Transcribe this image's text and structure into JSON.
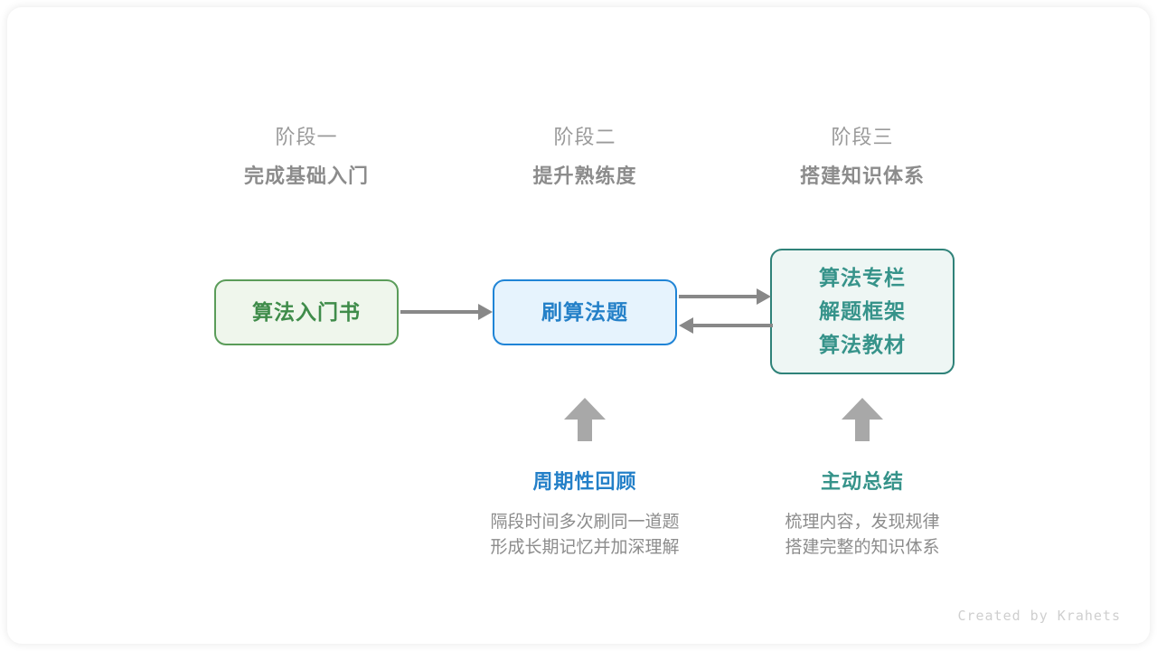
{
  "stages": [
    {
      "index": "阶段一",
      "title": "完成基础入门"
    },
    {
      "index": "阶段二",
      "title": "提升熟练度"
    },
    {
      "index": "阶段三",
      "title": "搭建知识体系"
    }
  ],
  "nodes": {
    "book": {
      "lines": [
        "算法入门书"
      ],
      "color": "#3f8c4a",
      "border": "#5a9c59",
      "background": "#eff6ec"
    },
    "practice": {
      "lines": [
        "刷算法题"
      ],
      "color": "#2480c8",
      "border": "#1f84d6",
      "background": "#e6f3fd"
    },
    "knowledge": {
      "lines": [
        "算法专栏",
        "解题框架",
        "算法教材"
      ],
      "color": "#36938a",
      "border": "#2f8279",
      "background": "#eef6f4"
    }
  },
  "notes": [
    {
      "title": "周期性回顾",
      "color": "#2480c8",
      "desc_lines": [
        "隔段时间多次刷同一道题",
        "形成长期记忆并加深理解"
      ]
    },
    {
      "title": "主动总结",
      "color": "#36938a",
      "desc_lines": [
        "梳理内容，发现规律",
        "搭建完整的知识体系"
      ]
    }
  ],
  "arrows": {
    "book_to_practice": "arrow-right",
    "practice_to_knowledge": "arrow-right",
    "knowledge_to_practice": "arrow-left",
    "review_up": "arrow-up",
    "summary_up": "arrow-up"
  },
  "credit": "Created by Krahets",
  "colors": {
    "arrow": "#888888",
    "up_arrow": "#a8a8a8",
    "stage_index": "#9a9a9a",
    "stage_title": "#8c8c8c",
    "note_desc": "#8c8c8c",
    "credit": "#cfcfcf"
  }
}
